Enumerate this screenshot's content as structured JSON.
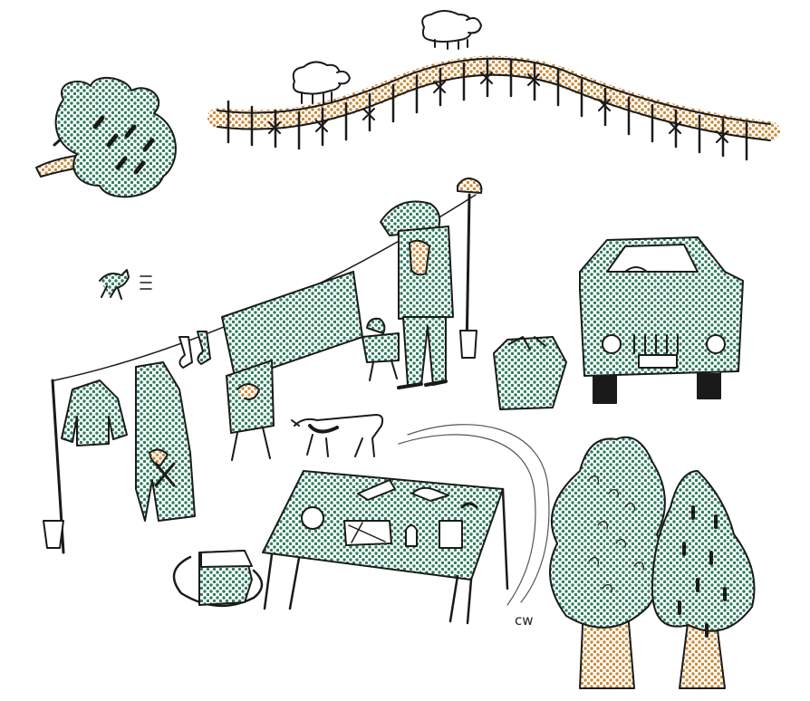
{
  "illustration": {
    "signature": "cw",
    "palette": {
      "ink": "#1a1a1a",
      "green": "#2e7d5b",
      "ochre": "#c98a3a",
      "paper": "#ffffff"
    },
    "elements": [
      "sheep-left",
      "sheep-right",
      "fence",
      "tree-top-left",
      "small-dog",
      "clothesline",
      "hanging-jacket",
      "hanging-coat",
      "socks",
      "bedsheet",
      "person-hanging-laundry",
      "bird",
      "small-child",
      "car",
      "box-of-stuff",
      "walking-dog",
      "sale-table",
      "cooler-box",
      "tall-tree",
      "pine-tree",
      "tire-tracks"
    ]
  }
}
